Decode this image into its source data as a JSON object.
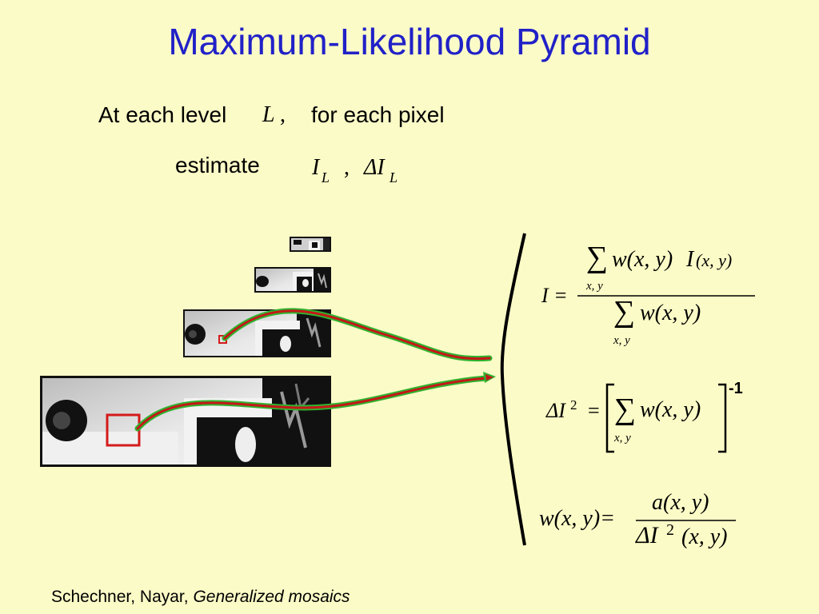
{
  "title": "Maximum-Likelihood Pyramid",
  "line1": {
    "at_each_level": "At each level",
    "level_symbol": "L",
    "comma": ",",
    "for_each_pixel": "for each pixel"
  },
  "line2": {
    "estimate": "estimate",
    "I": "I",
    "I_sub": "L",
    "sep": ",",
    "delta_I": "ΔI",
    "delta_I_sub": "L"
  },
  "equations": {
    "eq1": {
      "lhs": "I =",
      "num_sum": "∑",
      "num_sum_index": "x, y",
      "num_body_w": "w(x, y)",
      "num_body_I": "I",
      "num_body_args": "(x, y)",
      "den_sum": "∑",
      "den_sum_index": "x, y",
      "den_body": "w(x, y)"
    },
    "eq2": {
      "lhs": "ΔI",
      "lhs_sup": "2",
      "eq": "=",
      "sum": "∑",
      "sum_index": "x, y",
      "body": "w(x, y)",
      "exponent": "-1"
    },
    "eq3": {
      "lhs": "w(x, y)=",
      "numerator": "a(x, y)",
      "den_I": "ΔI",
      "den_sup": "2",
      "den_args": "(x, y)"
    }
  },
  "footer": {
    "authors": "Schechner, Nayar,",
    "work": "Generalized mosaics"
  }
}
